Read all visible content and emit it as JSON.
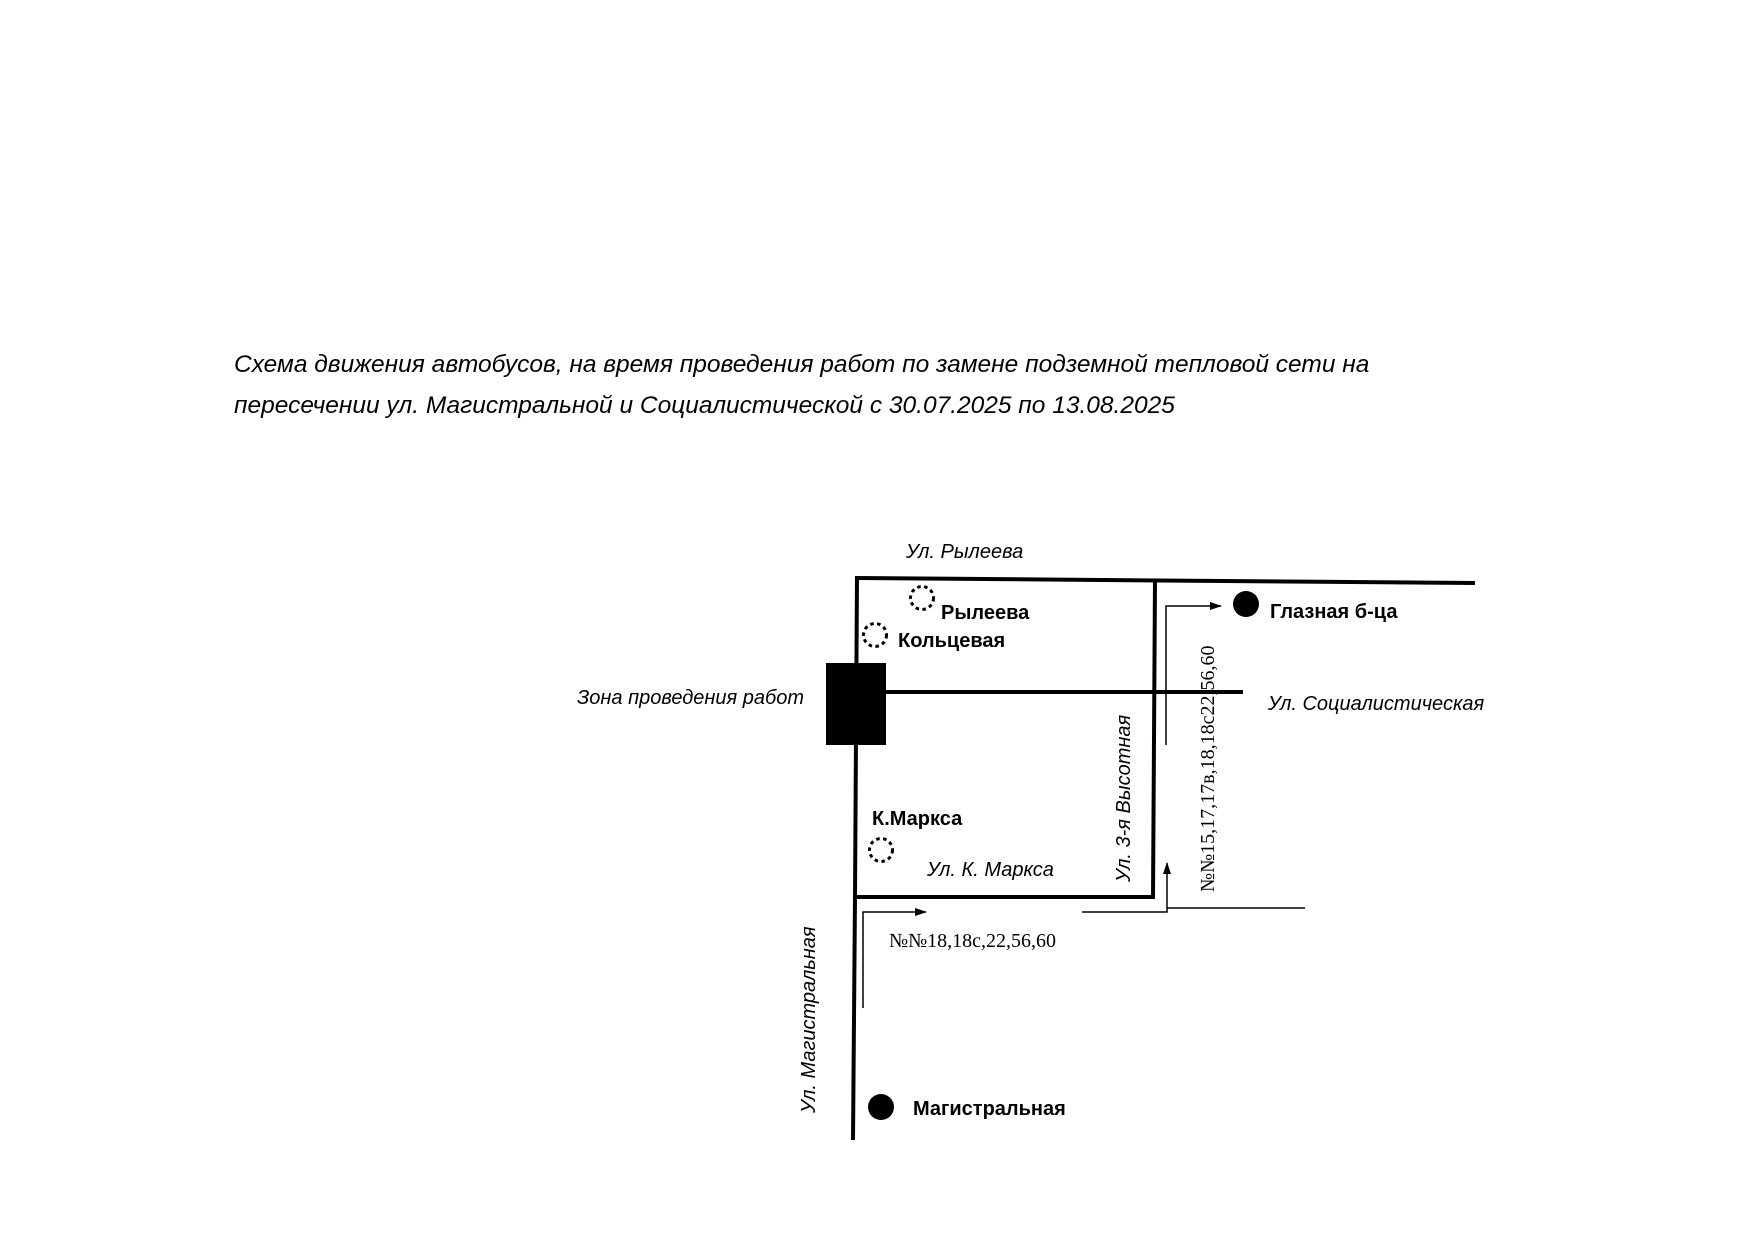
{
  "title": {
    "line1": "Схема движения автобусов, на время проведения работ по замене подземной тепловой сети на",
    "line2": "пересечении ул. Магистральной и Социалистической  с 30.07.2025 по 13.08.2025"
  },
  "streets": {
    "ryleeva": "Ул. Рылеева",
    "socialisticheskaya": "Ул. Социалистическая",
    "k_marksa": "Ул. К. Маркса",
    "vysotnaya": "Ул. 3-я Высотная",
    "magistralnaya": "Ул. Магистральная"
  },
  "work_zone": {
    "label": "Зона проведения работ"
  },
  "stops": {
    "ryleeva": "Рылеева",
    "koltsevaya": "Кольцевая",
    "k_marksa": "К.Маркса",
    "glaznaya": "Глазная б-ца",
    "magistralnaya": "Магистральная"
  },
  "routes": {
    "bottom": "№№18,18с,22,56,60",
    "vertical": "№№15,17,17в,18,18с22,56,60"
  },
  "legend_icons": {
    "cancelled_stop": "dotted-circle-icon",
    "active_stop": "filled-circle-icon"
  }
}
